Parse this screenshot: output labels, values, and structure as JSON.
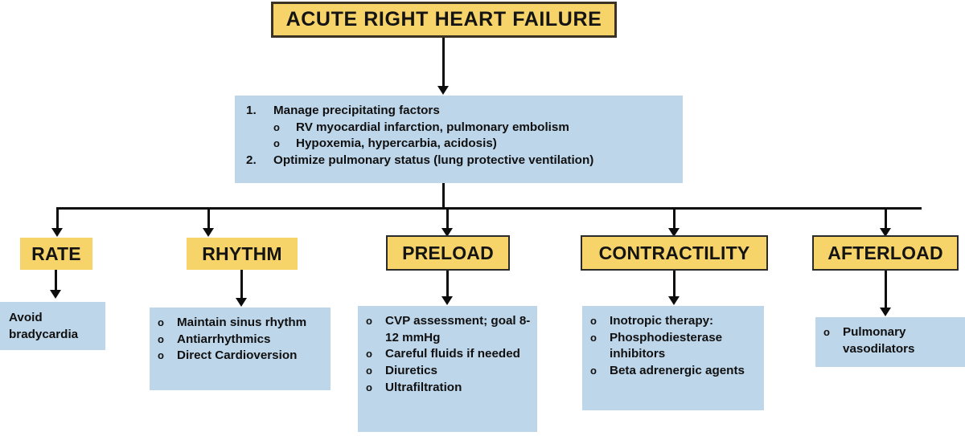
{
  "diagram": {
    "title": "ACUTE RIGHT HEART FAILURE",
    "colors": {
      "yellow": "#f7d46a",
      "blue": "#bed6ea",
      "line": "#0d0d0d",
      "title_border": "#3a3222",
      "category_border": "#2b2b2b",
      "text": "#101010"
    }
  },
  "management": {
    "items": [
      {
        "marker": "1.",
        "text": "Manage precipitating factors"
      },
      {
        "marker": "2.",
        "text": "Optimize pulmonary status (lung protective ventilation)"
      }
    ],
    "sub_items": [
      {
        "marker": "o",
        "text": "RV myocardial infarction, pulmonary embolism"
      },
      {
        "marker": "o",
        "text": "Hypoxemia, hypercarbia, acidosis)"
      }
    ]
  },
  "branches": [
    {
      "key": "rate",
      "label": "RATE",
      "bordered": false,
      "bullets": [],
      "plain_lines": [
        "Avoid",
        "bradycardia"
      ]
    },
    {
      "key": "rhythm",
      "label": "RHYTHM",
      "bordered": false,
      "bullets": [
        {
          "marker": "o",
          "text": "Maintain sinus rhythm"
        },
        {
          "marker": "o",
          "text": "Antiarrhythmics"
        },
        {
          "marker": "o",
          "text": "Direct Cardioversion"
        }
      ],
      "plain_lines": []
    },
    {
      "key": "preload",
      "label": "PRELOAD",
      "bordered": true,
      "bullets": [
        {
          "marker": "o",
          "text": "CVP assessment; goal 8-12 mmHg"
        },
        {
          "marker": "o",
          "text": "Careful fluids if needed"
        },
        {
          "marker": "o",
          "text": "Diuretics"
        },
        {
          "marker": "o",
          "text": "Ultrafiltration"
        }
      ],
      "plain_lines": []
    },
    {
      "key": "contractility",
      "label": "CONTRACTILITY",
      "bordered": true,
      "bullets": [
        {
          "marker": "o",
          "text": "Inotropic therapy:"
        },
        {
          "marker": "o",
          "text": "Phosphodiesterase inhibitors"
        },
        {
          "marker": "o",
          "text": "Beta adrenergic agents"
        }
      ],
      "plain_lines": []
    },
    {
      "key": "afterload",
      "label": "AFTERLOAD",
      "bordered": true,
      "bullets": [
        {
          "marker": "o",
          "text": "Pulmonary vasodilators"
        }
      ],
      "plain_lines": []
    }
  ]
}
